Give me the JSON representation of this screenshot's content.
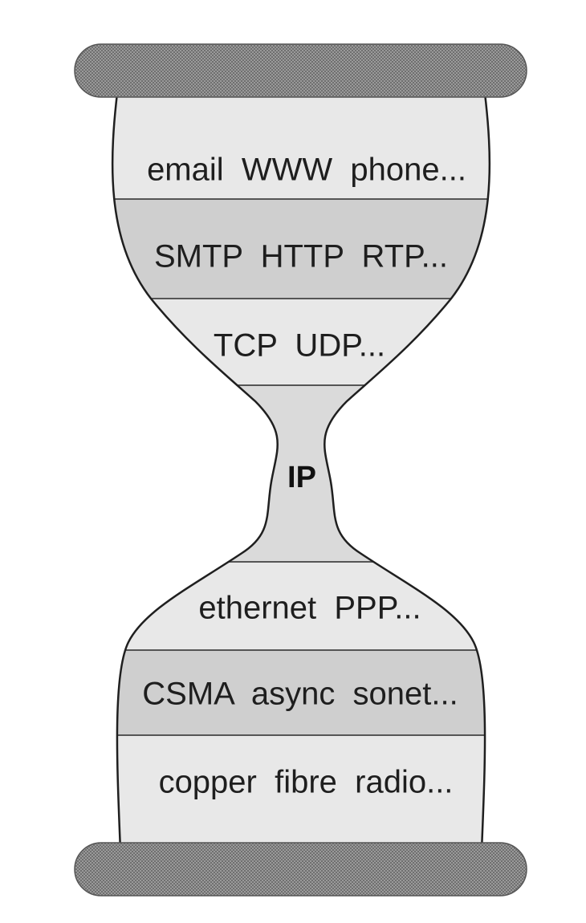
{
  "hourglass": {
    "layers": [
      {
        "id": "applications",
        "label": "email  WWW  phone...",
        "shade": "light"
      },
      {
        "id": "application-protocols",
        "label": "SMTP  HTTP  RTP...",
        "shade": "dark"
      },
      {
        "id": "transport",
        "label": "TCP  UDP...",
        "shade": "light"
      },
      {
        "id": "network",
        "label": "IP",
        "shade": "mid"
      },
      {
        "id": "link",
        "label": "ethernet  PPP...",
        "shade": "light"
      },
      {
        "id": "access",
        "label": "CSMA  async  sonet...",
        "shade": "dark"
      },
      {
        "id": "physical",
        "label": "copper  fibre  radio...",
        "shade": "light"
      }
    ]
  },
  "colors": {
    "light": "#e8e8e8",
    "mid": "#dadada",
    "dark": "#cfcfcf",
    "outline": "#1f1f1f",
    "cap": "#8a8a8a"
  }
}
